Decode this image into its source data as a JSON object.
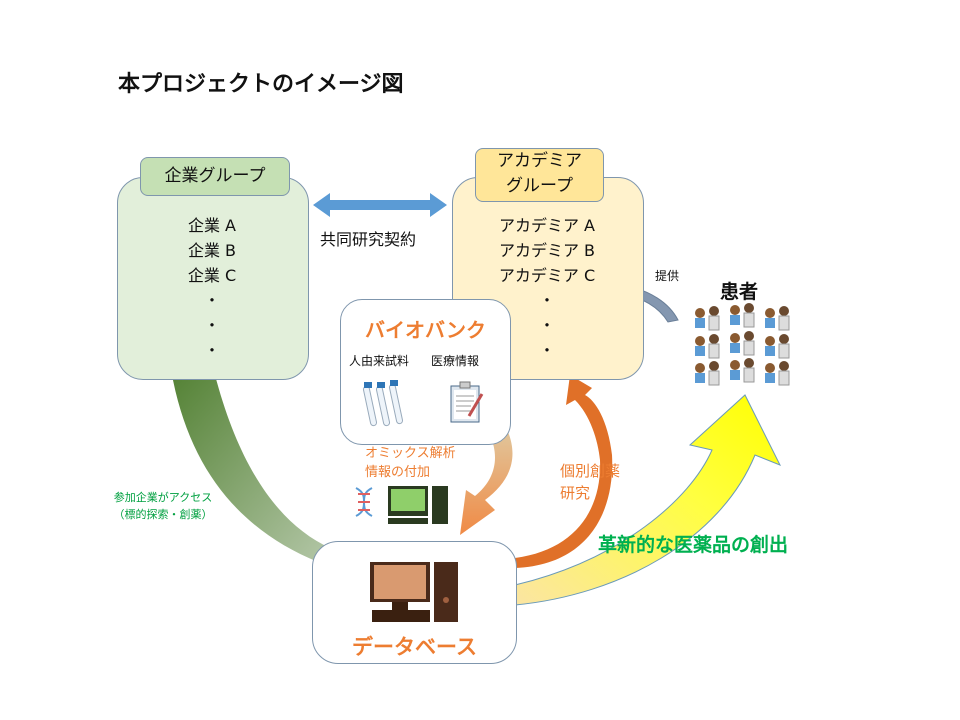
{
  "title": "本プロジェクトのイメージ図",
  "corporate": {
    "label": "企業グループ",
    "items": [
      "企業 A",
      "企業 B",
      "企業 C",
      "・",
      "・",
      "・"
    ]
  },
  "academia": {
    "label_line1": "アカデミア",
    "label_line2": "グループ",
    "items": [
      "アカデミア A",
      "アカデミア B",
      "アカデミア C",
      "・",
      "・",
      "・"
    ]
  },
  "contract_label": "共同研究契約",
  "biobank": {
    "title": "バイオバンク",
    "sample_label": "人由来試料",
    "medical_label": "医療情報"
  },
  "omics": {
    "line1": "オミックス解析",
    "line2": "情報の付加"
  },
  "database": {
    "title": "データベース"
  },
  "patients": {
    "label": "患者",
    "provide_label": "提供"
  },
  "personalized": {
    "line1": "個別創薬",
    "line2": "研究"
  },
  "access": {
    "line1": "参加企業がアクセス",
    "line2": "（標的探索・創薬）"
  },
  "innovation_label": "革新的な医薬品の創出",
  "colors": {
    "orange": "#ed7d31",
    "green": "#00b050",
    "blue": "#5b9bd5"
  }
}
